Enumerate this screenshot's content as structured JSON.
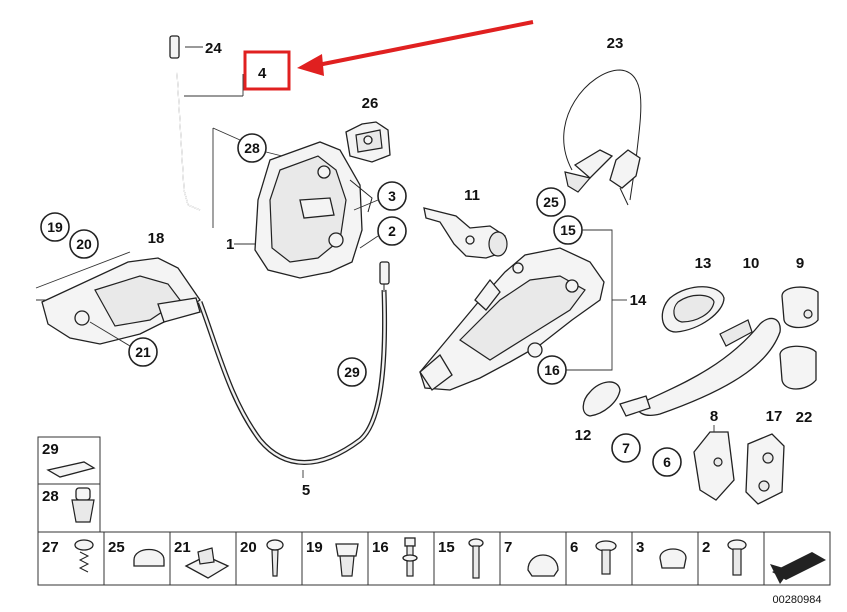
{
  "diagram": {
    "drawing_number": "00280984",
    "highlight_color": "#e02020",
    "highlighted_part": "4",
    "labels": {
      "p24": "24",
      "p4": "4",
      "p26": "26",
      "p23": "23",
      "p28": "28",
      "p3": "3",
      "p11": "11",
      "p25": "25",
      "p1": "1",
      "p2": "2",
      "p15": "15",
      "p19": "19",
      "p20": "20",
      "p18": "18",
      "p13": "13",
      "p10": "10",
      "p9": "9",
      "p14": "14",
      "p21": "21",
      "p29": "29",
      "p16": "16",
      "p22": "22",
      "p12": "12",
      "p7": "7",
      "p8": "8",
      "p17": "17",
      "p6": "6",
      "p5": "5"
    },
    "legend_side": [
      {
        "num": "29",
        "icon": "foam-pad-icon"
      },
      {
        "num": "28",
        "icon": "push-clip-icon"
      }
    ],
    "legend_bottom": [
      {
        "num": "27",
        "icon": "spring-screw-icon"
      },
      {
        "num": "25",
        "icon": "grommet-cap-icon"
      },
      {
        "num": "21",
        "icon": "speed-nut-icon"
      },
      {
        "num": "20",
        "icon": "screw-icon"
      },
      {
        "num": "19",
        "icon": "plug-icon"
      },
      {
        "num": "16",
        "icon": "stud-bolt-icon"
      },
      {
        "num": "15",
        "icon": "long-bolt-icon"
      },
      {
        "num": "7",
        "icon": "rubber-plug-icon"
      },
      {
        "num": "6",
        "icon": "torx-bolt-icon"
      },
      {
        "num": "3",
        "icon": "cap-plug-icon"
      },
      {
        "num": "2",
        "icon": "hex-bolt-icon"
      }
    ]
  }
}
